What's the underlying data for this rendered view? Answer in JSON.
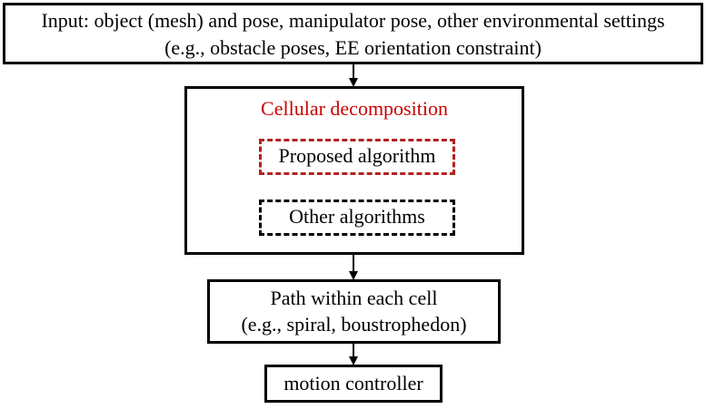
{
  "input": {
    "line1": "Input: object (mesh) and pose, manipulator pose, other environmental settings",
    "line2": "(e.g., obstacle poses, EE orientation constraint)"
  },
  "decomposition": {
    "title": "Cellular decomposition",
    "title_color": "#cc0000",
    "proposed": "Proposed algorithm",
    "proposed_border_color": "#b22222",
    "other": "Other algorithms",
    "other_border_color": "#000000"
  },
  "path": {
    "line1": "Path within each cell",
    "line2": "(e.g., spiral, boustrophedon)"
  },
  "motion": {
    "label": "motion controller"
  }
}
